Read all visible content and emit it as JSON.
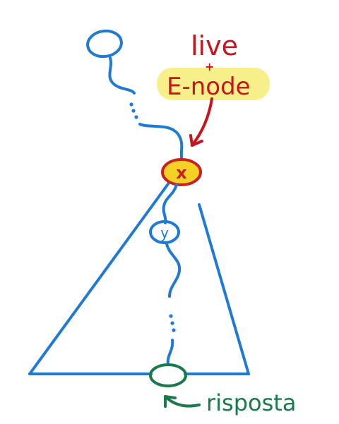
{
  "annotation_top": {
    "line1": "live",
    "plus": "+",
    "line2": "E-node"
  },
  "nodes": {
    "x": {
      "label": "x"
    },
    "y": {
      "label": "y"
    }
  },
  "answer_label": "risposta",
  "colors": {
    "tree": "#1f7ad6",
    "highlight_node_fill": "#f2d224",
    "highlight_node_stroke": "#cc1f1f",
    "annotation_red": "#c8141e",
    "marker_yellow": "#f7f08a",
    "answer_green": "#1b7a4a"
  }
}
